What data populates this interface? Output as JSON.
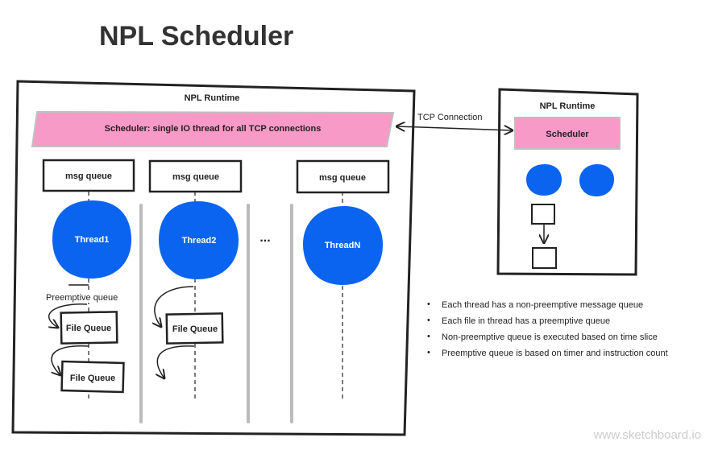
{
  "title": "NPL Scheduler",
  "left_runtime": {
    "label": "NPL Runtime",
    "scheduler_label": "Scheduler: single IO thread for all TCP connections",
    "columns": [
      {
        "queue_label": "msg queue",
        "thread_label": "Thread1"
      },
      {
        "queue_label": "msg queue",
        "thread_label": "Thread2"
      },
      {
        "queue_label": "msg queue",
        "thread_label": "ThreadN"
      }
    ],
    "ellipsis": "...",
    "preemptive_label": "Preemptive queue",
    "file_queues": [
      "File Queue",
      "File Queue",
      "File Queue"
    ]
  },
  "connection_label": "TCP Connection",
  "right_runtime": {
    "label": "NPL Runtime",
    "scheduler_label": "Scheduler"
  },
  "notes": [
    "Each thread has a non-preemptive message queue",
    "Each file in thread has a preemptive queue",
    "Non-preemptive queue is executed based on time slice",
    "Preemptive queue is based on timer and instruction count"
  ],
  "watermark": "www.sketchboard.io",
  "colors": {
    "thread_blue": "#0a64f0",
    "scheduler_pink": "#f79ac8",
    "frame": "#222222",
    "divider": "#bbbbbb"
  }
}
